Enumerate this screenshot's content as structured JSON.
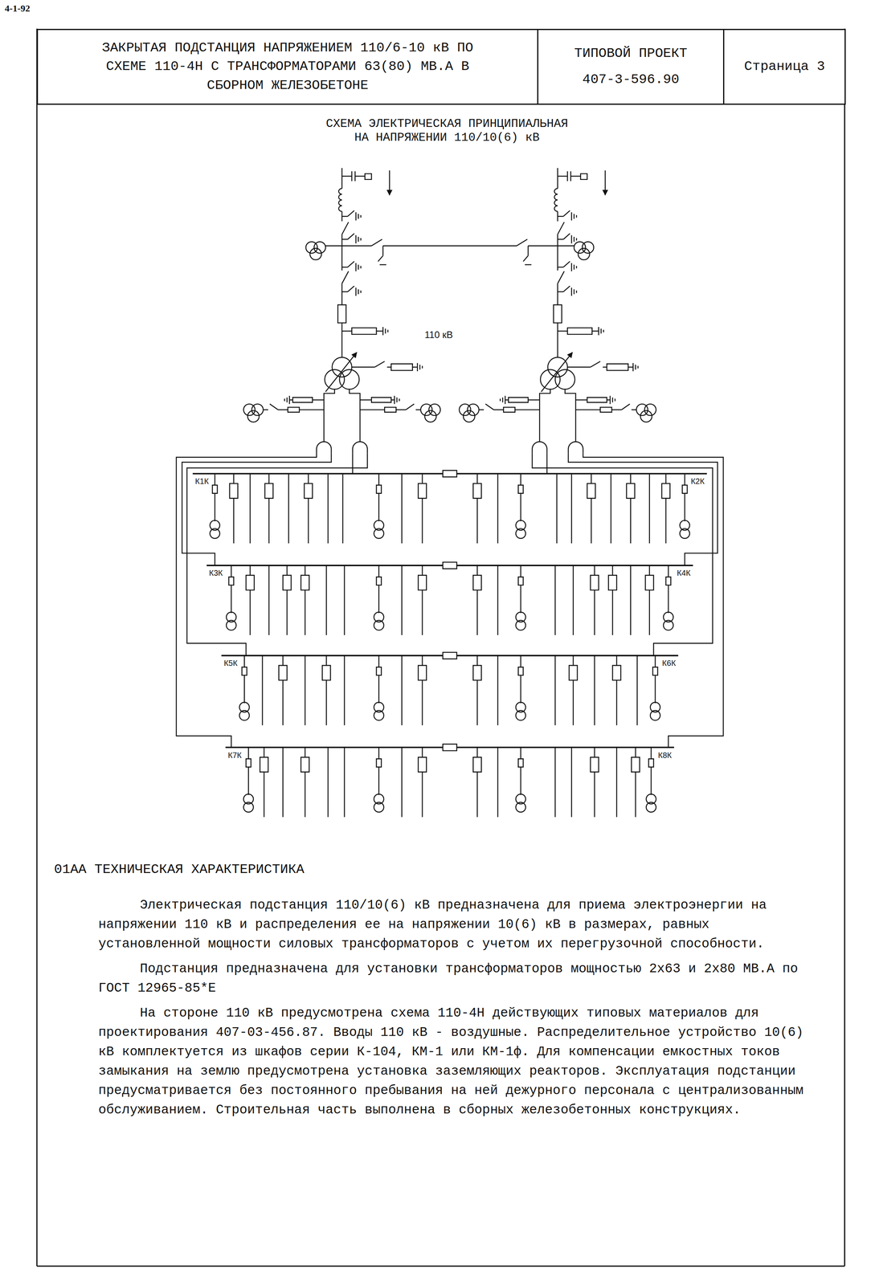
{
  "diagram": {
    "title": "СХЕМА ЭЛЕКТРИЧЕСКАЯ ПРИНЦИПИАЛЬНАЯ НА НАПРЯЖЕНИИ 110/10(6) кВ",
    "nodes": [
      {
        "text": [
          "ЗАКРЫТАЯ ПОДСТАНЦИЯ НАПРЯЖЕНИЕМ 110/6-10 кВ ПО СХЕМЕ 110-4Н С ТРАНСФОРМАТОРАМИ 63(80) МВ.А В СБОРНОМ ЖЕЛЕЗОБЕТОНЕ"
        ]
      },
      {
        "text": [
          "ТИПОВОЙ ПРОЕКТ",
          "407-3-596.90"
        ]
      },
      {
        "text": [
          "Страница 3"
        ]
      }
    ],
    "labels": [
      "4-1-92",
      "110 кВ",
      "К1К",
      "К2К",
      "К3К",
      "К4К",
      "К5К",
      "К6К",
      "К7К",
      "К8К",
      "01АА ТЕХНИЧЕСКАЯ ХАРАКТЕРИСТИКА",
      "Электрическая подстанция 110/10(6) кВ предназначена для приема электроэнергии на напряжении 110 кВ и распределения ее на напряжении 10(6) кВ в размерах, равных установленной мощности силовых трансформаторов с учетом их перегрузочной способности.",
      "Подстанция предназначена для установки трансформаторов мощностью 2х63 и 2х80 МВ.А по ГОСТ 12965-85*Е",
      "На стороне 110 кВ предусмотрена схема 110-4Н действующих типовых материалов для проектирования 407-03-456.87. Вводы 110 кВ - воздушные. Распределительное устройство 10(6) кВ комплектуется из шкафов серии К-104, КМ-1 или КМ-1ф. Для компенсации емкостных токов замыкания на землю предусмотрена установка заземляющих реакторов. Эксплуатация подстанции предусматривается без постоянного пребывания на ней дежурного персонала с централизованным обслуживанием. Строительная часть выполнена в сборных железобетонных конструкциях."
    ]
  }
}
